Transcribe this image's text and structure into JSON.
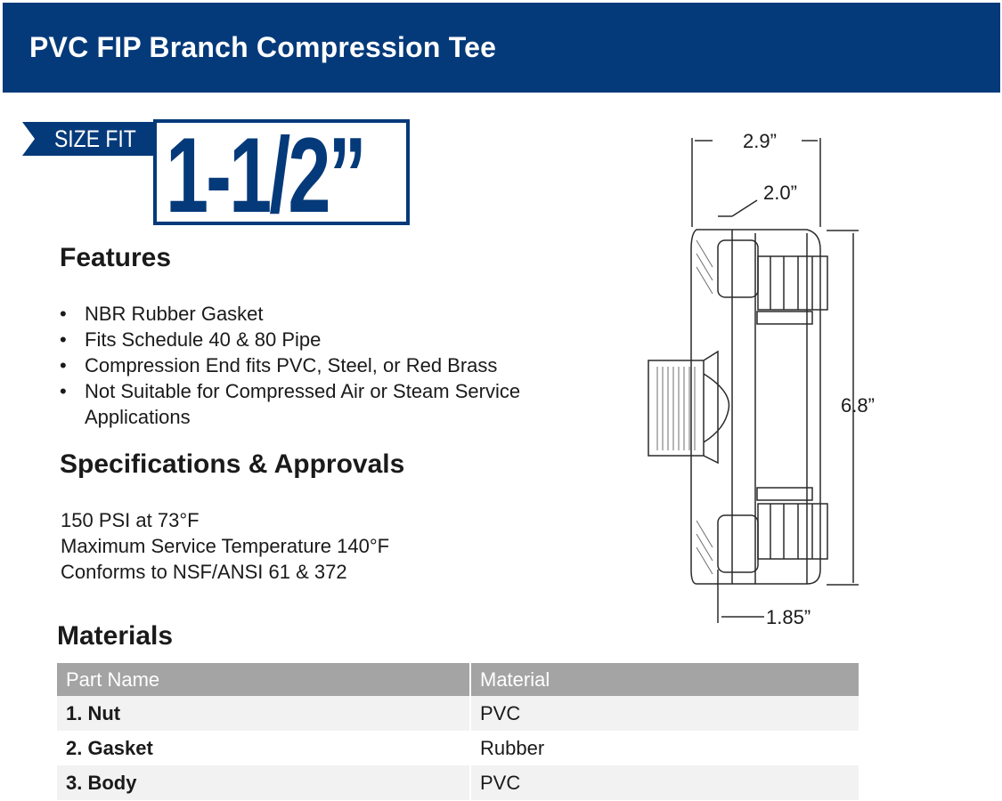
{
  "header": {
    "title": "PVC FIP Branch Compression Tee"
  },
  "size": {
    "label": "SIZE FIT",
    "value": "1-1/2”"
  },
  "features": {
    "heading": "Features",
    "items": [
      "NBR Rubber Gasket",
      "Fits Schedule 40 & 80 Pipe",
      "Compression End fits PVC, Steel, or Red Brass",
      "Not Suitable for Compressed Air or Steam Service Applications"
    ]
  },
  "specs": {
    "heading": "Specifications & Approvals",
    "lines": [
      "150 PSI at 73°F",
      "Maximum Service Temperature 140°F",
      "Conforms to NSF/ANSI 61 & 372"
    ]
  },
  "materials": {
    "heading": "Materials",
    "columns": [
      "Part Name",
      "Material"
    ],
    "rows": [
      {
        "part": "1. Nut",
        "material": "PVC"
      },
      {
        "part": "2. Gasket",
        "material": "Rubber"
      },
      {
        "part": "3. Body",
        "material": "PVC"
      }
    ]
  },
  "drawing": {
    "dim_width_outer": "2.9”",
    "dim_width_inner": "2.0”",
    "dim_height": "6.8”",
    "dim_branch": "1.85”"
  }
}
